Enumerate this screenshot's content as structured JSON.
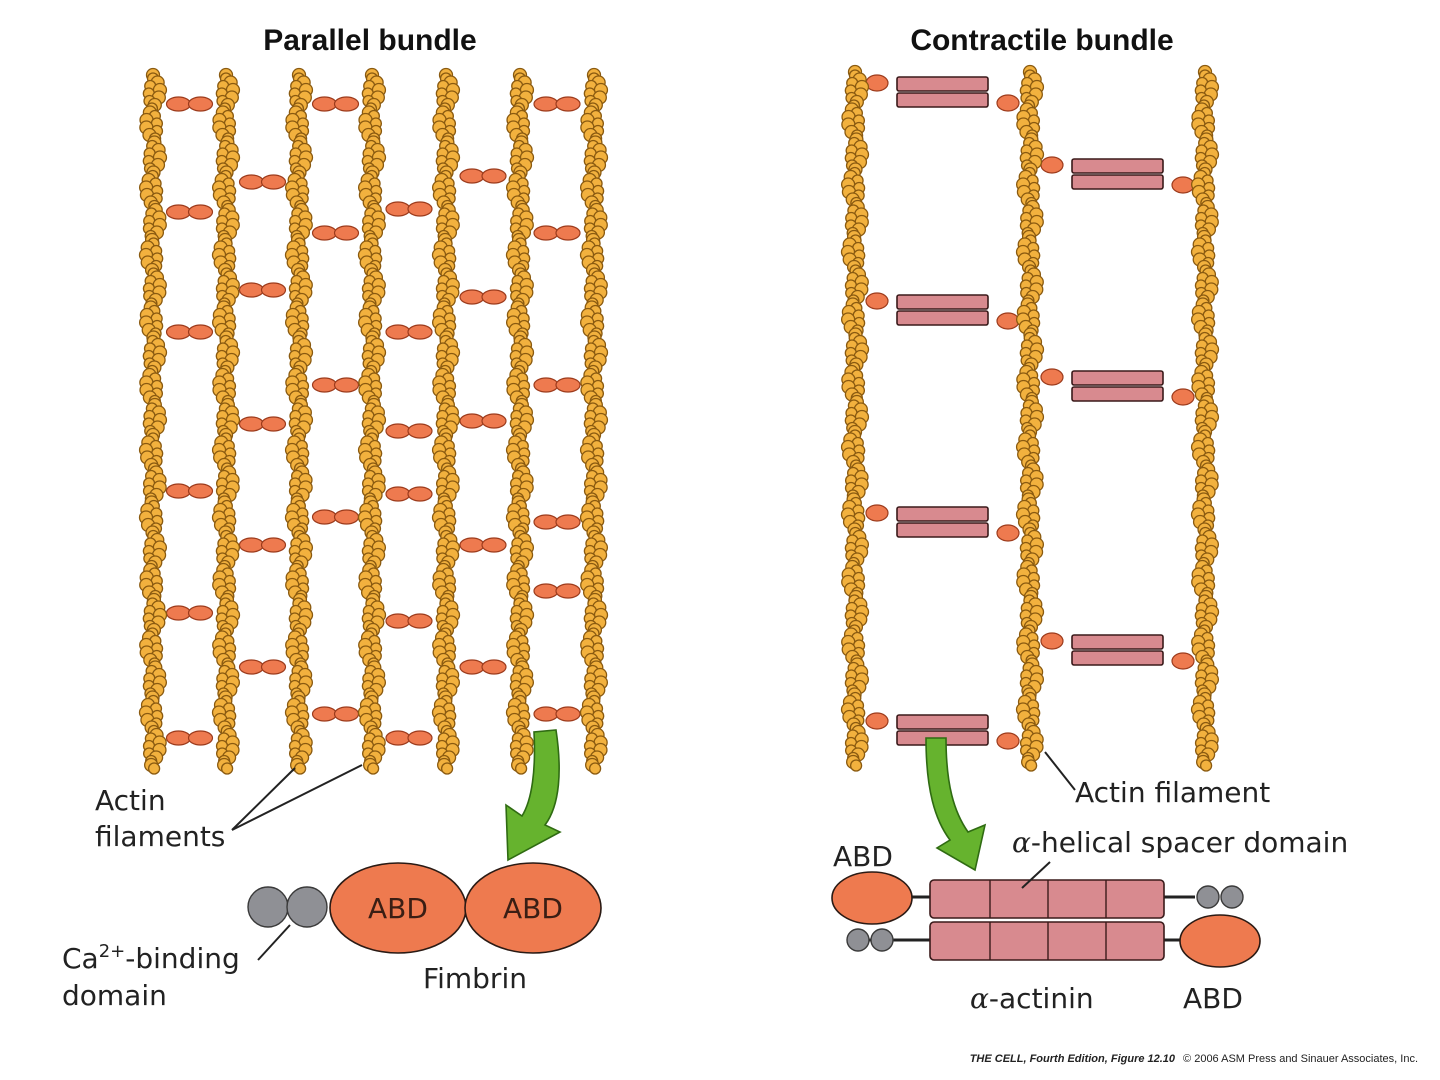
{
  "titles": {
    "parallel": "Parallel bundle",
    "contractile": "Contractile bundle"
  },
  "parallel": {
    "actin_label_1": "Actin",
    "actin_label_2": "filaments",
    "ca_label_pre": "Ca",
    "ca_label_sup": "2+",
    "ca_label_post": "-binding",
    "ca_label_2": "domain",
    "abd_left": "ABD",
    "abd_right": "ABD",
    "protein": "Fimbrin"
  },
  "contractile": {
    "actin_label": "Actin filament",
    "abd_top": "ABD",
    "abd_bottom": "ABD",
    "spacer_alpha": "α",
    "spacer_rest": "-helical spacer domain",
    "protein_alpha": "α",
    "protein_rest": "-actinin"
  },
  "credit": {
    "book": "THE CELL, Fourth Edition, Figure 12.10",
    "rights": "© 2006 ASM Press and Sinauer Associates, Inc."
  },
  "colors": {
    "actin": "#f2b13e",
    "crosslink": "#ee7a4f",
    "spacer": "#d88a8f",
    "ca_domain": "#8f9095",
    "arrow": "#66b32e"
  }
}
